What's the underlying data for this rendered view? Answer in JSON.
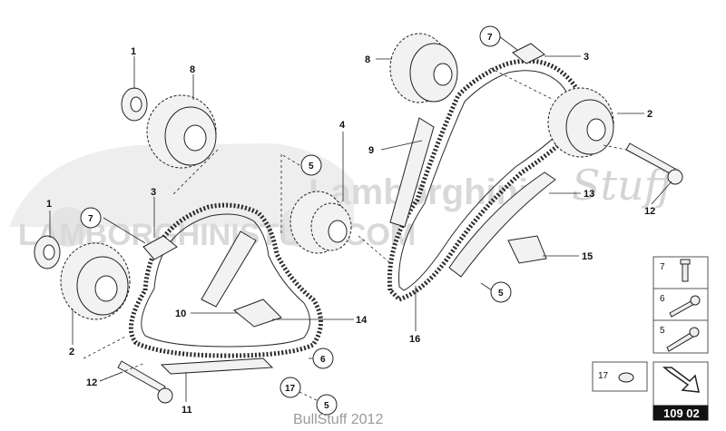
{
  "watermark": {
    "brand": "Lamborghini",
    "script": "Stuff",
    "line2": "LAMBORGHINISTUFF.COM"
  },
  "footer": "BullStuff 2012",
  "reference": "109 02",
  "labels": {
    "l1_top": "1",
    "l8_top": "8",
    "l3_left": "3",
    "l7_left": "7",
    "l1_left": "1",
    "l2_left": "2",
    "l12_left": "12",
    "l11": "11",
    "l17_mid": "17",
    "l5_bottom": "5",
    "l6": "6",
    "l14": "14",
    "l10": "10",
    "l5_center": "5",
    "l4": "4",
    "l9": "9",
    "l8_right": "8",
    "l7_right": "7",
    "l3_right": "3",
    "l2_right": "2",
    "l12_right": "12",
    "l13": "13",
    "l15": "15",
    "l5_right": "5",
    "l16": "16"
  },
  "legend": {
    "items": [
      "7",
      "6",
      "5"
    ],
    "single": "17"
  }
}
